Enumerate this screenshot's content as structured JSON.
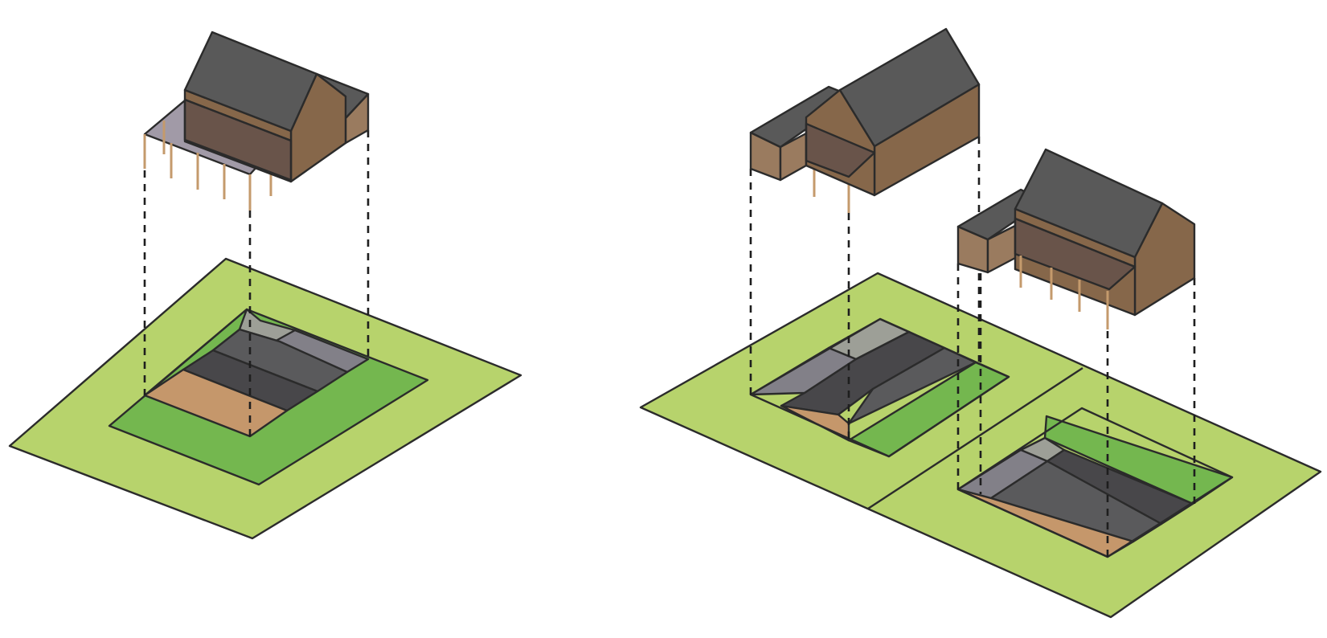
{
  "diagram": {
    "panels": [
      {
        "id": "single-house",
        "parts": [
          "site-plot",
          "ground-plan",
          "house-on-stilts"
        ]
      },
      {
        "id": "two-houses",
        "parts": [
          "site-plot-divided",
          "ground-plan-a",
          "ground-plan-b",
          "house-a",
          "house-b"
        ]
      }
    ]
  },
  "colors": {
    "plot": "#b7d36c",
    "garden": "#74b74f",
    "floor_light": "#9d9f97",
    "floor_mid": "#828088",
    "floor_dark": "#5a5a5c",
    "floor_darker": "#48474a",
    "terrace": "#c5976b",
    "roof": "#595959",
    "wall_front": "#86674a",
    "wall_side": "#9a7b5f",
    "glass": "rgba(70,62,75,0.45)",
    "veranda": "rgba(110,100,120,0.65)",
    "outline": "#2b2b2b",
    "post": "#c49a6c"
  }
}
